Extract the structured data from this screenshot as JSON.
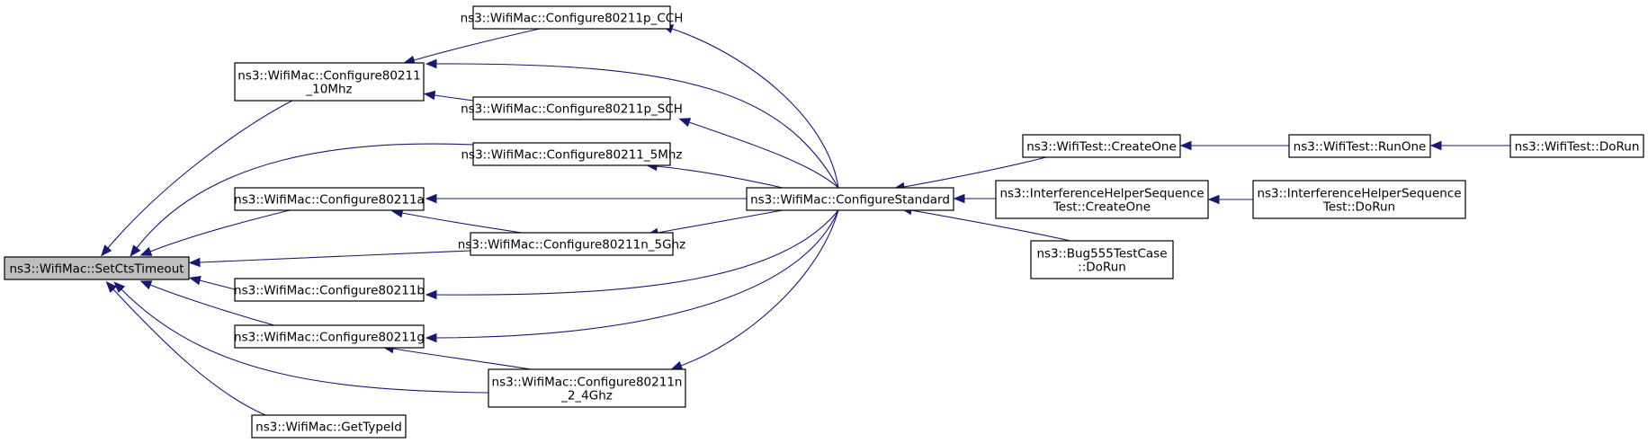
{
  "diagram": {
    "edge_color": "#191970",
    "root_fill": "#bfbfbf",
    "nodes": [
      {
        "id": "setcts",
        "lines": [
          "ns3::WifiMac::SetCtsTimeout"
        ],
        "root": true
      },
      {
        "id": "c10",
        "lines": [
          "ns3::WifiMac::Configure80211",
          "_10Mhz"
        ]
      },
      {
        "id": "ccch",
        "lines": [
          "ns3::WifiMac::Configure80211p_CCH"
        ]
      },
      {
        "id": "csch",
        "lines": [
          "ns3::WifiMac::Configure80211p_SCH"
        ]
      },
      {
        "id": "c5",
        "lines": [
          "ns3::WifiMac::Configure80211_5Mhz"
        ]
      },
      {
        "id": "ca",
        "lines": [
          "ns3::WifiMac::Configure80211a"
        ]
      },
      {
        "id": "cn5",
        "lines": [
          "ns3::WifiMac::Configure80211n_5Ghz"
        ]
      },
      {
        "id": "cb",
        "lines": [
          "ns3::WifiMac::Configure80211b"
        ]
      },
      {
        "id": "cg",
        "lines": [
          "ns3::WifiMac::Configure80211g"
        ]
      },
      {
        "id": "cn24",
        "lines": [
          "ns3::WifiMac::Configure80211n",
          "_2_4Ghz"
        ]
      },
      {
        "id": "gettype",
        "lines": [
          "ns3::WifiMac::GetTypeId"
        ]
      },
      {
        "id": "cstd",
        "lines": [
          "ns3::WifiMac::ConfigureStandard"
        ]
      },
      {
        "id": "wtcreate",
        "lines": [
          "ns3::WifiTest::CreateOne"
        ]
      },
      {
        "id": "ihcreate",
        "lines": [
          "ns3::InterferenceHelperSequence",
          "Test::CreateOne"
        ]
      },
      {
        "id": "bug555",
        "lines": [
          "ns3::Bug555TestCase",
          "::DoRun"
        ]
      },
      {
        "id": "wtrunone",
        "lines": [
          "ns3::WifiTest::RunOne"
        ]
      },
      {
        "id": "ihdorun",
        "lines": [
          "ns3::InterferenceHelperSequence",
          "Test::DoRun"
        ]
      },
      {
        "id": "wtdorun",
        "lines": [
          "ns3::WifiTest::DoRun"
        ]
      }
    ],
    "edges": [
      {
        "from": "c10",
        "to": "setcts"
      },
      {
        "from": "c5",
        "to": "setcts"
      },
      {
        "from": "ca",
        "to": "setcts"
      },
      {
        "from": "cn5",
        "to": "setcts"
      },
      {
        "from": "cb",
        "to": "setcts"
      },
      {
        "from": "cg",
        "to": "setcts"
      },
      {
        "from": "cn24",
        "to": "setcts"
      },
      {
        "from": "gettype",
        "to": "setcts"
      },
      {
        "from": "ccch",
        "to": "c10"
      },
      {
        "from": "cstd",
        "to": "c10"
      },
      {
        "from": "csch",
        "to": "c10"
      },
      {
        "from": "cstd",
        "to": "ccch"
      },
      {
        "from": "cstd",
        "to": "csch"
      },
      {
        "from": "cstd",
        "to": "c5"
      },
      {
        "from": "cstd",
        "to": "ca"
      },
      {
        "from": "cn5",
        "to": "ca"
      },
      {
        "from": "cstd",
        "to": "cn5"
      },
      {
        "from": "cstd",
        "to": "cb"
      },
      {
        "from": "cstd",
        "to": "cg"
      },
      {
        "from": "cn24",
        "to": "cg"
      },
      {
        "from": "cstd",
        "to": "cn24"
      },
      {
        "from": "wtcreate",
        "to": "cstd"
      },
      {
        "from": "ihcreate",
        "to": "cstd"
      },
      {
        "from": "bug555",
        "to": "cstd"
      },
      {
        "from": "wtrunone",
        "to": "wtcreate"
      },
      {
        "from": "ihdorun",
        "to": "ihcreate"
      },
      {
        "from": "wtdorun",
        "to": "wtrunone"
      }
    ]
  }
}
